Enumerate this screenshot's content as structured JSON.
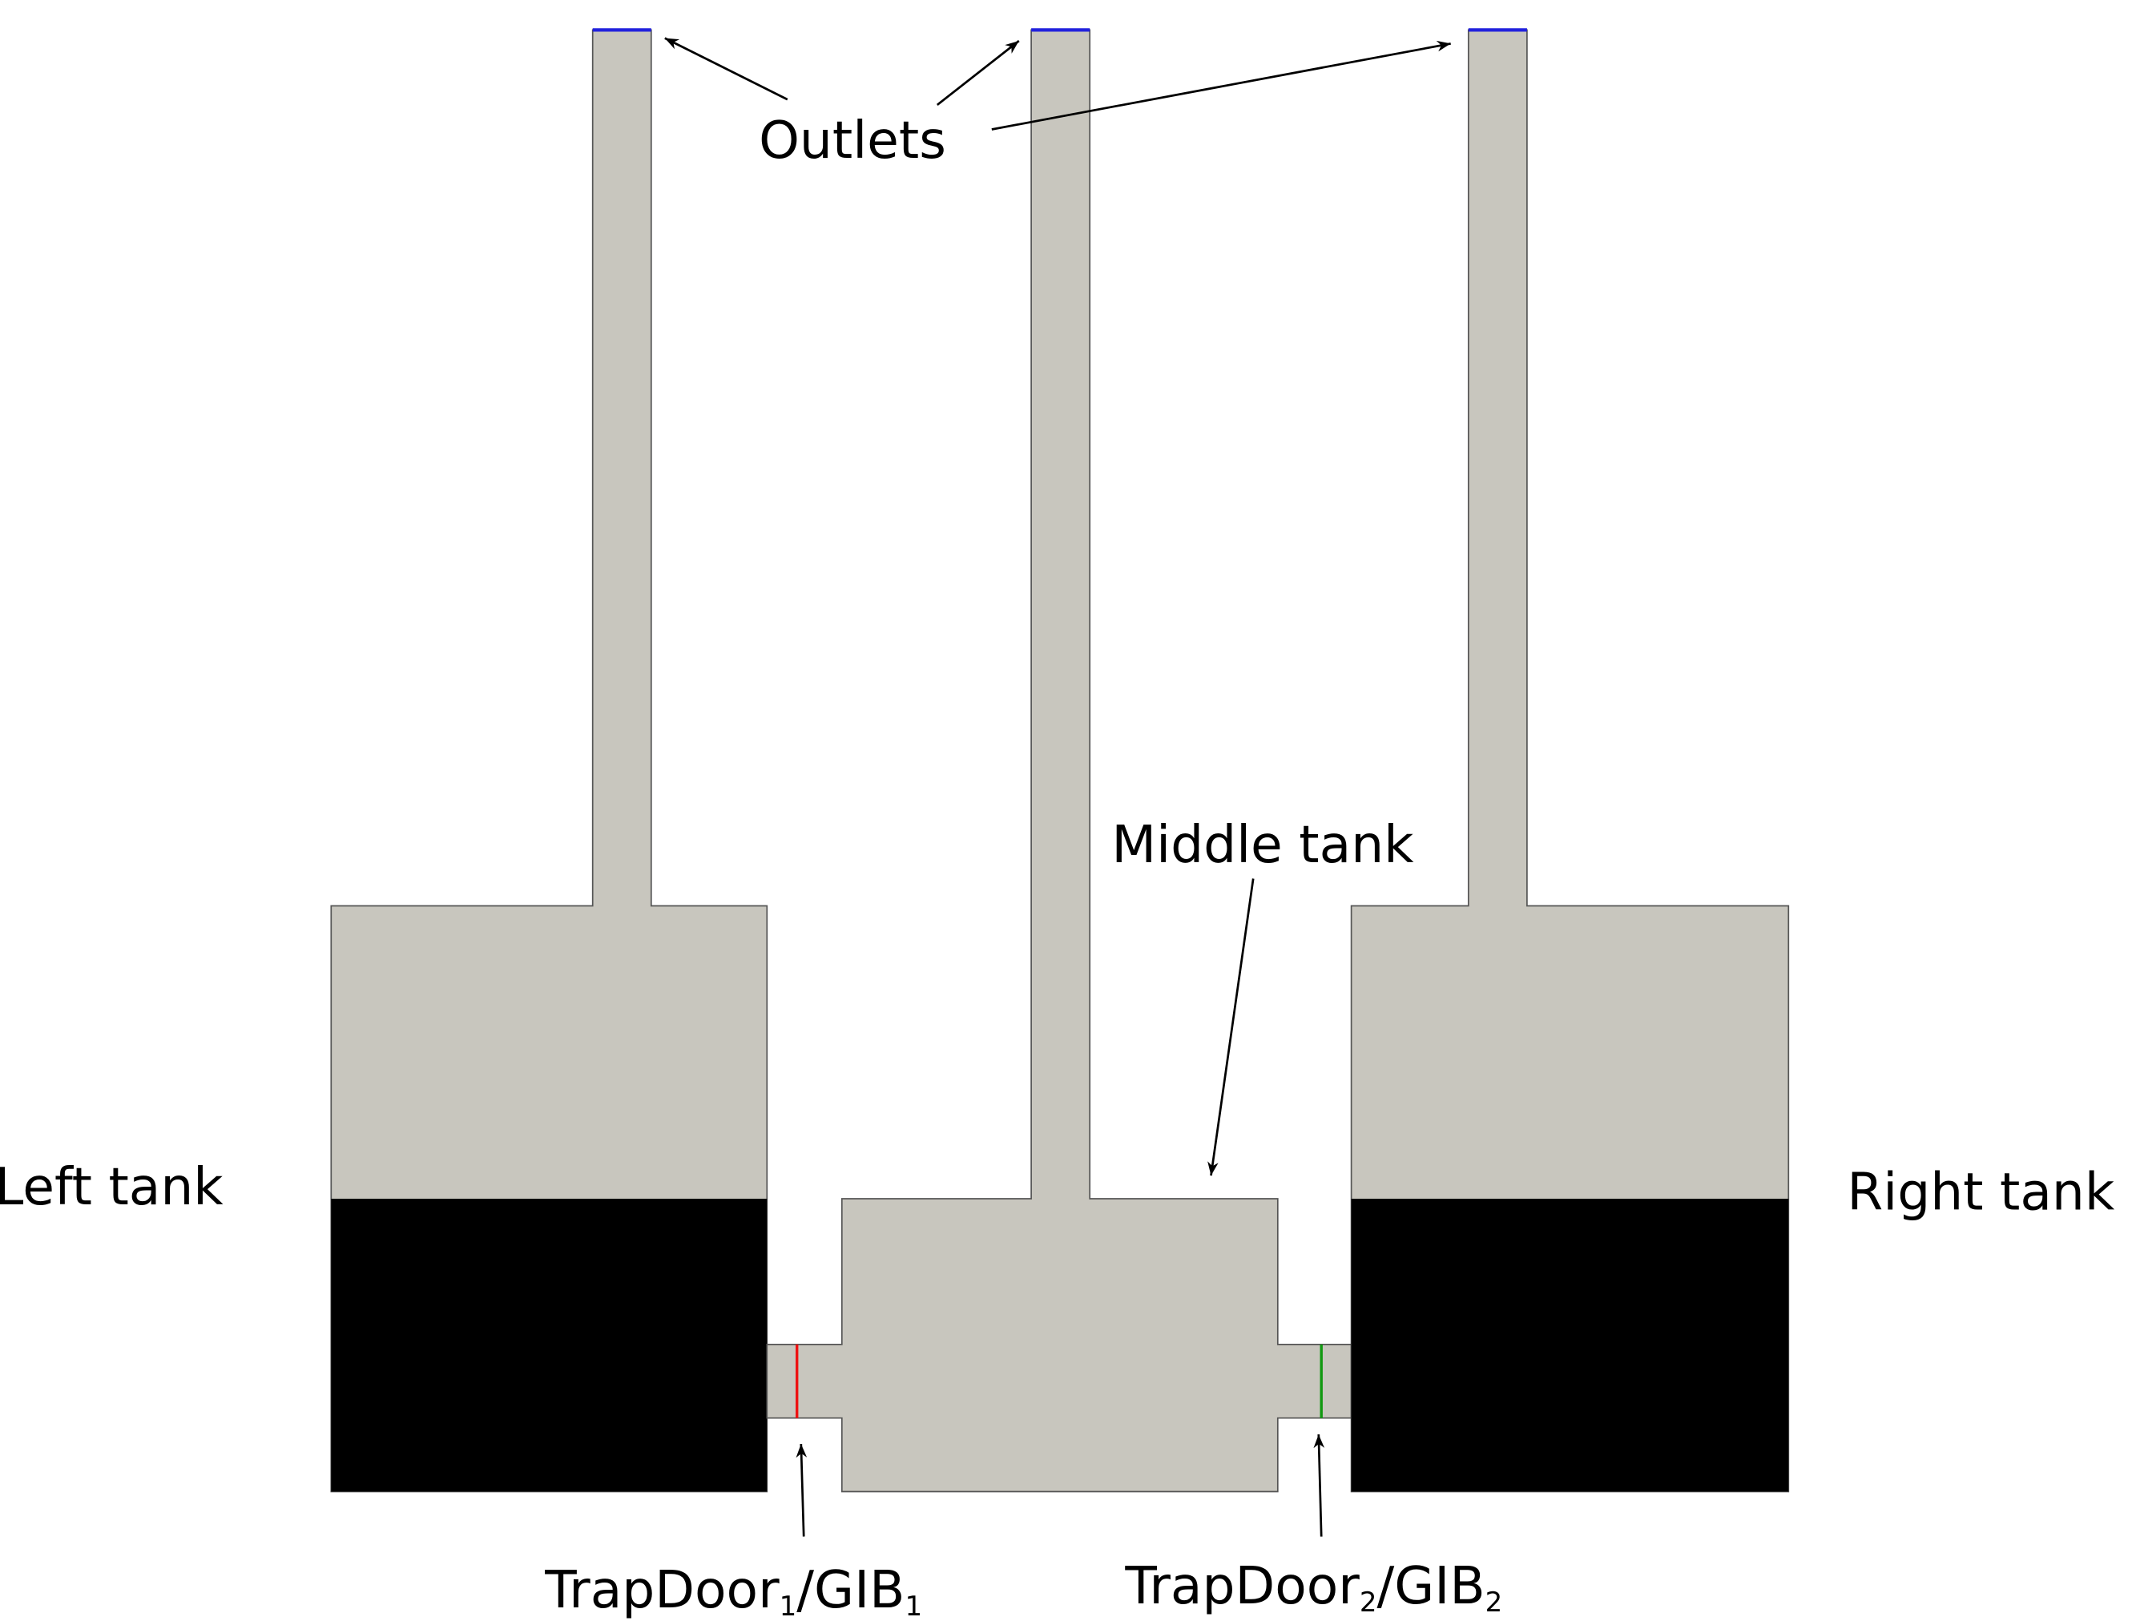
{
  "labels": {
    "outlets": "Outlets",
    "middle_tank": "Middle tank",
    "left_tank": "Left tank",
    "right_tank": "Right tank",
    "trapdoor1": {
      "main": "TrapDoor",
      "sub1": "1",
      "sep": "/GIB",
      "sub2": "1"
    },
    "trapdoor2": {
      "main": "TrapDoor",
      "sub1": "2",
      "sep": "/GIB",
      "sub2": "2"
    }
  },
  "colors": {
    "fluid": "#c8c6be",
    "filled": "#000000",
    "outlet": "#2222dd",
    "trapdoor1": "#ee1111",
    "trapdoor2": "#119911"
  }
}
